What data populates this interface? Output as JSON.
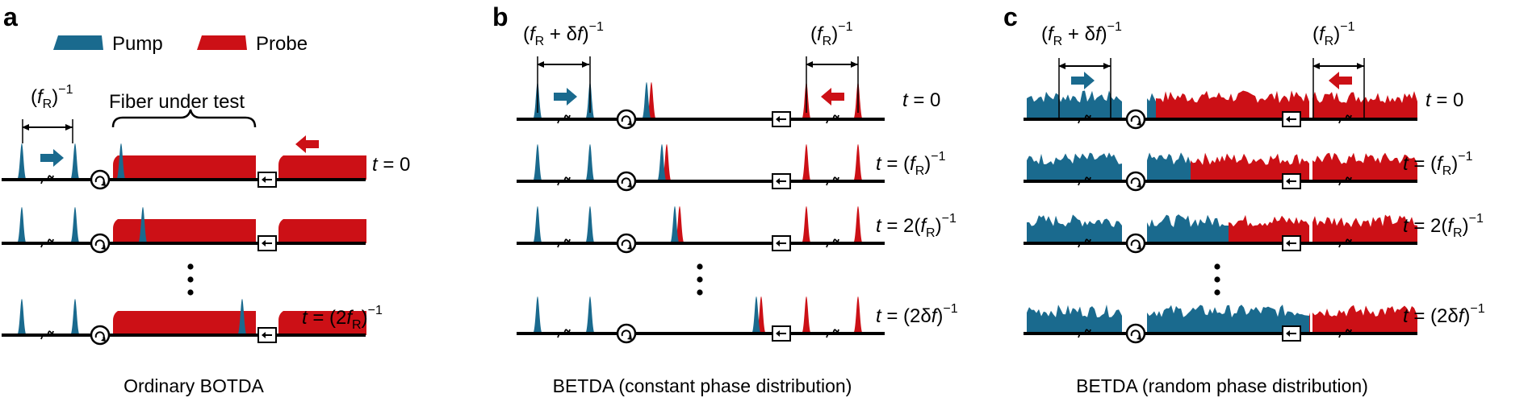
{
  "colors": {
    "pump": "#1a6a8e",
    "probe": "#cc1016",
    "line": "#000000"
  },
  "legend": {
    "pump": "Pump",
    "probe": "Probe"
  },
  "fiber_label": "Fiber under test",
  "panels": [
    {
      "letter": "a",
      "caption": "Ordinary BOTDA",
      "period_label": {
        "pre": "(",
        "f": "f",
        "sub": "R",
        "post": ")",
        "sup": "−1"
      },
      "times": [
        {
          "pre": "t",
          "post": " = 0",
          "sub": "",
          "end": "",
          "sup": ""
        },
        {
          "pre": "",
          "post": "",
          "sub": "",
          "end": "",
          "sup": ""
        },
        {
          "pre": "t",
          "post": " = (2",
          "f": "f",
          "sub": "R",
          "end": ")",
          "sup": "−1"
        }
      ]
    },
    {
      "letter": "b",
      "caption": "BETDA (constant phase distribution)",
      "period_label_left": {
        "pre": "(",
        "f": "f",
        "sub": "R",
        "mid": " + δ",
        "f2": "f",
        "post": ")",
        "sup": "−1"
      },
      "period_label_right": {
        "pre": "(",
        "f": "f",
        "sub": "R",
        "post": ")",
        "sup": "−1"
      },
      "times": [
        {
          "pre": "t",
          "post": " = 0",
          "sub": "",
          "end": "",
          "sup": ""
        },
        {
          "pre": "t",
          "post": " = (",
          "f": "f",
          "sub": "R",
          "end": ")",
          "sup": "−1"
        },
        {
          "pre": "t",
          "post": " = 2(",
          "f": "f",
          "sub": "R",
          "end": ")",
          "sup": "−1"
        },
        {
          "pre": "t",
          "post": " = (2δ",
          "f": "f",
          "sub": "",
          "end": ")",
          "sup": "−1"
        }
      ]
    },
    {
      "letter": "c",
      "caption": "BETDA (random phase distribution)",
      "period_label_left": {
        "pre": "(",
        "f": "f",
        "sub": "R",
        "mid": " + δ",
        "f2": "f",
        "post": ")",
        "sup": "−1"
      },
      "period_label_right": {
        "pre": "(",
        "f": "f",
        "sub": "R",
        "post": ")",
        "sup": "−1"
      },
      "times": [
        {
          "pre": "t",
          "post": " = 0",
          "sub": "",
          "end": "",
          "sup": ""
        },
        {
          "pre": "t",
          "post": " = (",
          "f": "f",
          "sub": "R",
          "end": ")",
          "sup": "−1"
        },
        {
          "pre": "t",
          "post": " = 2(",
          "f": "f",
          "sub": "R",
          "end": ")",
          "sup": "−1"
        },
        {
          "pre": "t",
          "post": " = (2δ",
          "f": "f",
          "sub": "",
          "end": ")",
          "sup": "−1"
        }
      ]
    }
  ]
}
